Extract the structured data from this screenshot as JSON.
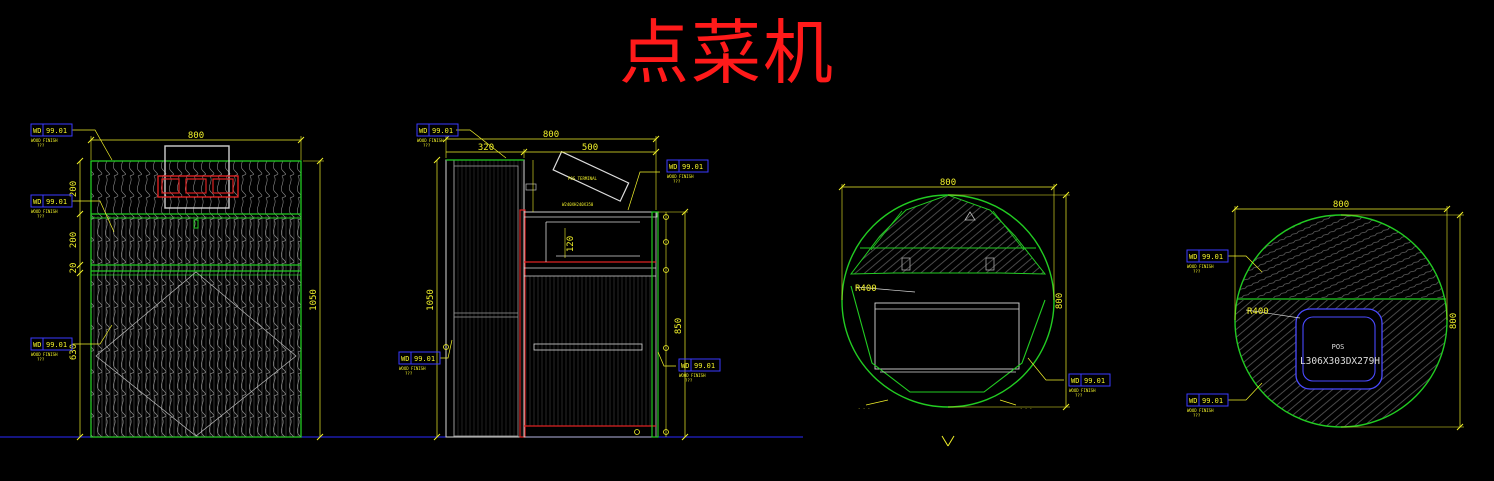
{
  "title": "点菜机",
  "colors": {
    "background": "#000000",
    "title": "#ff1a1a",
    "outline": "#22cc22",
    "dimension": "#f2f22a",
    "tag_box": "#3a3aff",
    "red_parts": "#dd2222",
    "ground": "#2a2aff",
    "hatch": "#9a9a9a"
  },
  "material_tag": {
    "code": "WD",
    "number": "99.01",
    "desc": "WOOD FINISH",
    "note": "???"
  },
  "views": {
    "front": {
      "width": "800",
      "heights": [
        "200",
        "200",
        "20",
        "630"
      ],
      "total_height": "1050"
    },
    "side": {
      "depth": "800",
      "top_offset": "320",
      "inner_width": "500",
      "total_height": "1050",
      "body_height": "850",
      "shelf": "120",
      "label_terminal": "POS TERMINAL",
      "label_size": "W240XH240X350"
    },
    "plan_circle": {
      "width": "800",
      "height": "800",
      "radius": "R400"
    },
    "top_circle": {
      "width": "800",
      "height": "800",
      "radius": "R400",
      "pos": "POS",
      "pos_size": "L306X303DX279H"
    }
  }
}
